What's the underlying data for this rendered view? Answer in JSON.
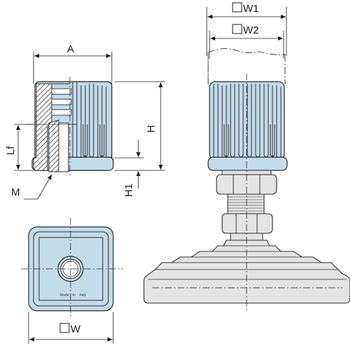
{
  "labels": {
    "A": "A",
    "H": "H",
    "Lf": "Lf",
    "H1": "H1",
    "M": "M",
    "W": "W",
    "W1": "W1",
    "W2": "W2"
  },
  "imprint": {
    "made": "Made",
    "in": "in",
    "italy": "Italy"
  },
  "colors": {
    "part_fill": "#c3dcec",
    "part_stroke": "#2b2b2b",
    "metal_fill": "#e4e4e4",
    "hatch": "#3a3a3a"
  }
}
